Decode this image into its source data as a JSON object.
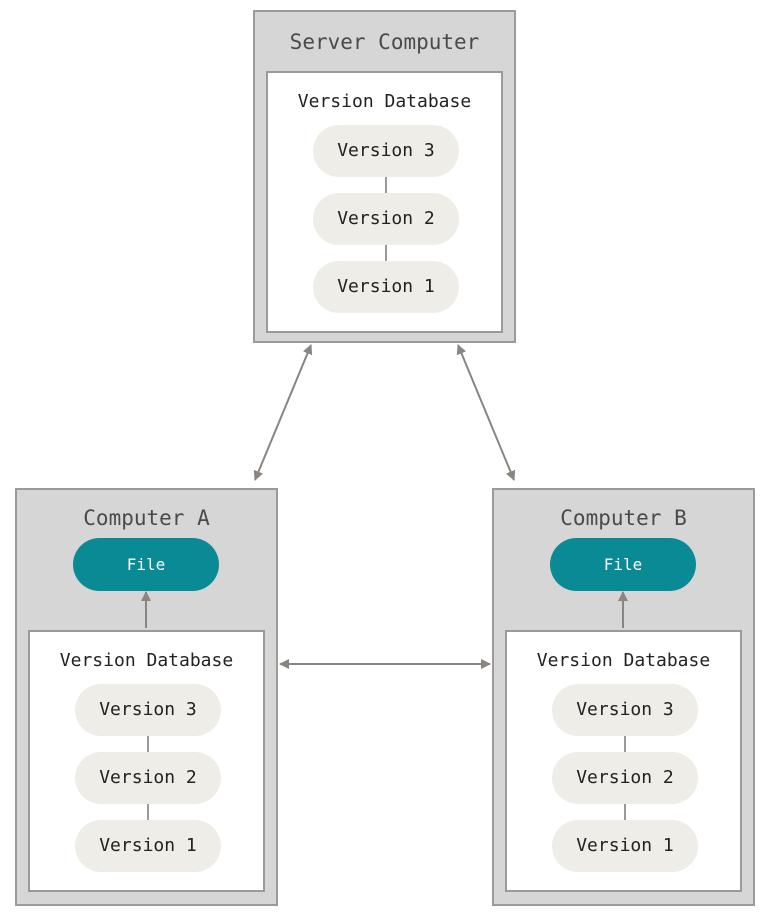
{
  "server": {
    "title": "Server Computer",
    "database": {
      "title": "Version Database",
      "versions": [
        "Version 3",
        "Version 2",
        "Version 1"
      ]
    }
  },
  "computer_a": {
    "title": "Computer A",
    "file_label": "File",
    "database": {
      "title": "Version Database",
      "versions": [
        "Version 3",
        "Version 2",
        "Version 1"
      ]
    }
  },
  "computer_b": {
    "title": "Computer B",
    "file_label": "File",
    "database": {
      "title": "Version Database",
      "versions": [
        "Version 3",
        "Version 2",
        "Version 1"
      ]
    }
  },
  "colors": {
    "box_fill": "#d6d6d6",
    "box_border": "#9a9a9a",
    "version_fill": "#eeede8",
    "file_fill": "#0a8a95",
    "arrow": "#8a8580"
  }
}
